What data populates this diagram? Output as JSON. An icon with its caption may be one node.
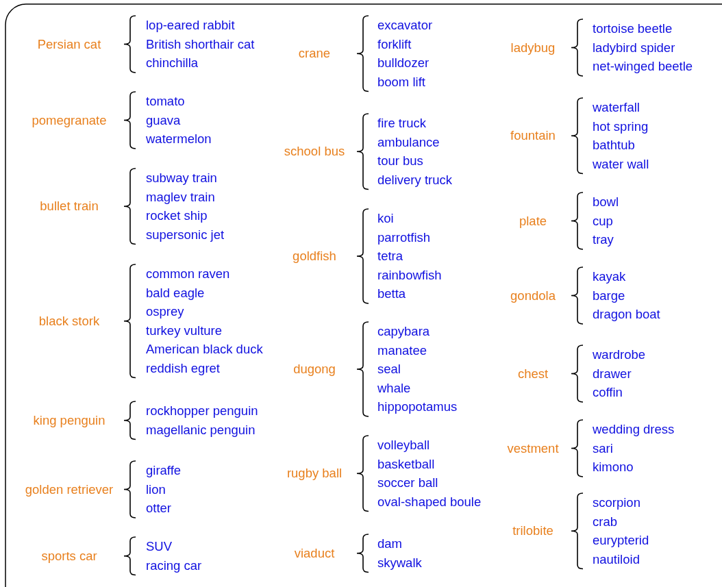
{
  "diagram": {
    "labels": [
      "Persian cat",
      "lop-eared rabbit",
      "British shorthair cat",
      "chinchilla",
      "pomegranate",
      "tomato",
      "guava",
      "watermelon",
      "bullet train",
      "subway train",
      "maglev train",
      "rocket ship",
      "supersonic jet",
      "black stork",
      "common raven",
      "bald eagle",
      "osprey",
      "turkey vulture",
      "American black duck",
      "reddish egret",
      "king penguin",
      "rockhopper penguin",
      "magellanic penguin",
      "golden retriever",
      "giraffe",
      "lion",
      "otter",
      "sports car",
      "SUV",
      "racing car",
      "crane",
      "excavator",
      "forklift",
      "bulldozer",
      "boom lift",
      "school bus",
      "fire truck",
      "ambulance",
      "tour bus",
      "delivery truck",
      "goldfish",
      "koi",
      "parrotfish",
      "tetra",
      "rainbowfish",
      "betta",
      "dugong",
      "capybara",
      "manatee",
      "seal",
      "whale",
      "hippopotamus",
      "rugby ball",
      "volleyball",
      "basketball",
      "soccer ball",
      "oval-shaped boule",
      "viaduct",
      "dam",
      "skywalk",
      "ladybug",
      "tortoise beetle",
      "ladybird spider",
      "net-winged beetle",
      "fountain",
      "waterfall",
      "hot spring",
      "bathtub",
      "water wall",
      "plate",
      "bowl",
      "cup",
      "tray",
      "gondola",
      "kayak",
      "barge",
      "dragon boat",
      "chest",
      "wardrobe",
      "drawer",
      "coffin",
      "vestment",
      "wedding dress",
      "sari",
      "kimono",
      "trilobite",
      "scorpion",
      "crab",
      "eurypterid",
      "nautiloid"
    ]
  }
}
